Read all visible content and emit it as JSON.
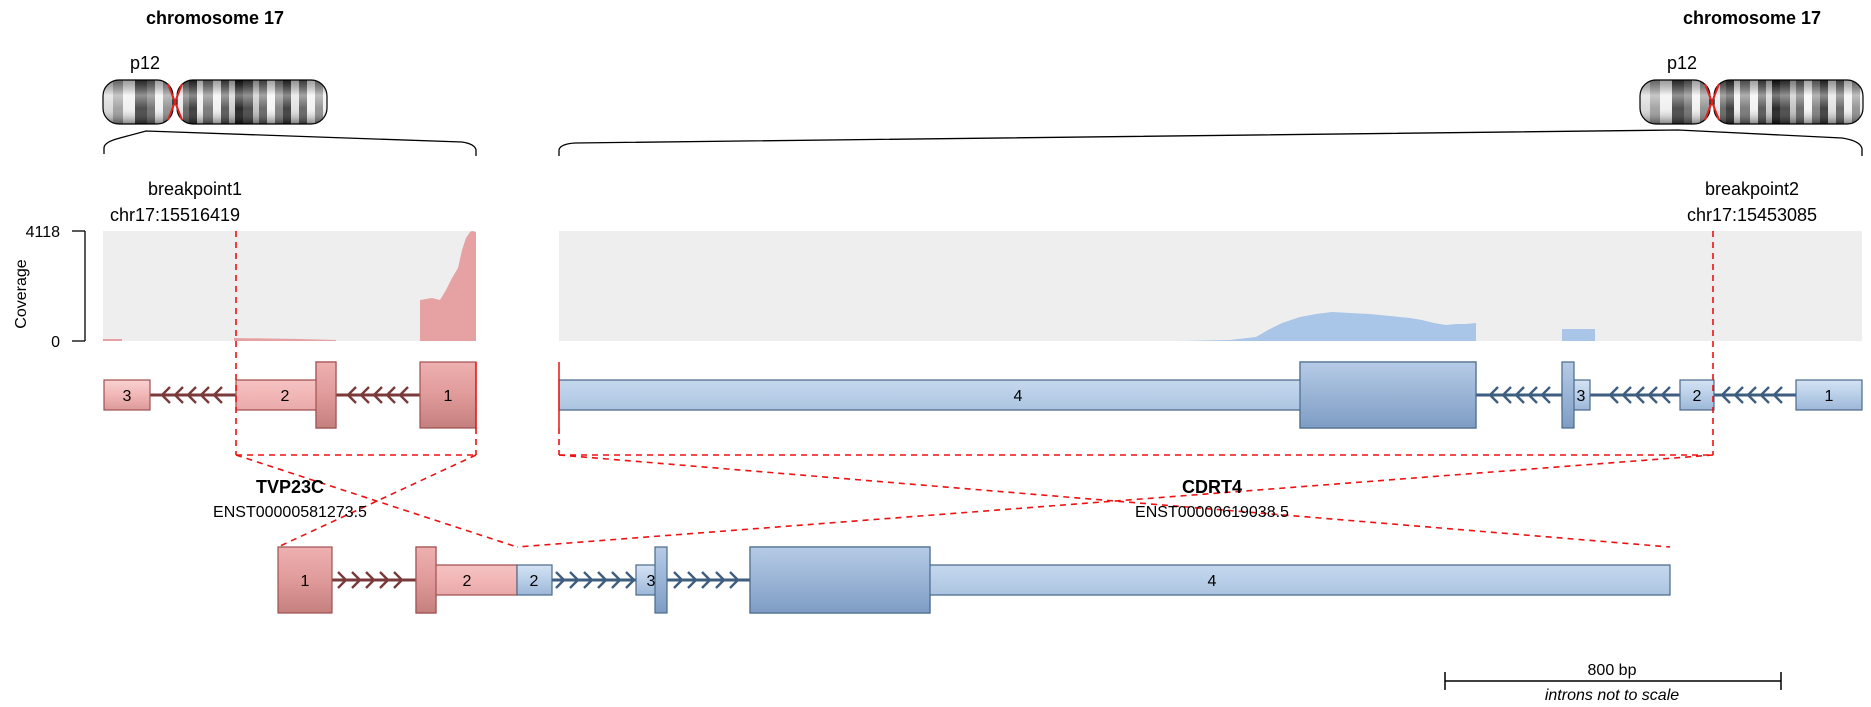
{
  "left": {
    "chrom_title": "chromosome 17",
    "band": "p12",
    "breakpoint_name": "breakpoint1",
    "breakpoint_pos": "chr17:15516419",
    "gene": "TVP23C",
    "transcript": "ENST00000581273.5",
    "exon_labels": [
      "3",
      "2",
      "1"
    ]
  },
  "right": {
    "chrom_title": "chromosome 17",
    "band": "p12",
    "breakpoint_name": "breakpoint2",
    "breakpoint_pos": "chr17:15453085",
    "gene": "CDRT4",
    "transcript": "ENST00000619038.5",
    "exon_labels": [
      "4",
      "3",
      "2",
      "1"
    ]
  },
  "coverage": {
    "axis_label": "Coverage",
    "max_label": "4118",
    "min_label": "0"
  },
  "fusion": {
    "exon_labels": [
      "1",
      "2",
      "2",
      "3",
      "4"
    ]
  },
  "scale": {
    "length_label": "800 bp",
    "note": "introns not to scale"
  },
  "colors": {
    "gene5_fill": "#f2b8b8",
    "gene5_dark": "#e09a9a",
    "gene5_stroke": "#a05050",
    "gene5_arrow": "#7a3a3a",
    "gene3_fill": "#b9cfe8",
    "gene3_dark": "#98b5d8",
    "gene3_stroke": "#4a6a8a",
    "gene3_arrow": "#3e5e80",
    "coverage5": "#e6a2a2",
    "coverage3": "#a9c6e8",
    "coverage_bg": "#eeeeee",
    "breakpoint_line": "#ee1111"
  }
}
